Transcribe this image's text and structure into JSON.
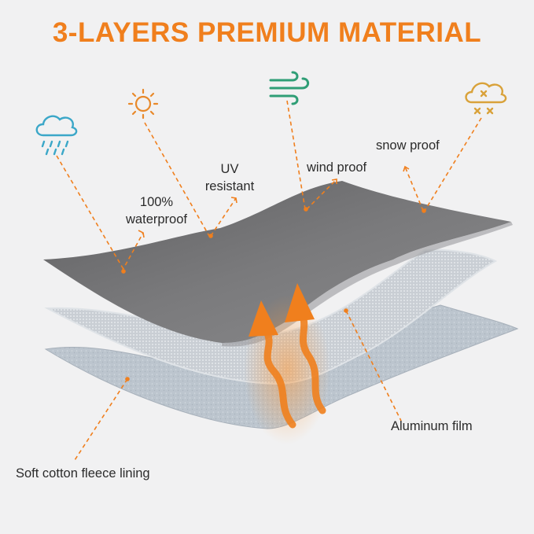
{
  "title": "3-LAYERS PREMIUM MATERIAL",
  "colors": {
    "accent": "#f07f1d",
    "water_icon": "#3ba7c8",
    "sun_icon": "#e8892a",
    "wind_icon": "#2f9e76",
    "snow_icon": "#d9a23a",
    "outer_layer": "#6f6f70",
    "middle_layer": "#c4c9cf",
    "inner_layer": "#b9c2cc"
  },
  "features": {
    "waterproof": {
      "line1": "100%",
      "line2": "waterproof",
      "icon": "rain-cloud-icon"
    },
    "uv": {
      "line1": "UV",
      "line2": "resistant",
      "icon": "sun-icon"
    },
    "wind": {
      "label": "wind proof",
      "icon": "wind-icon"
    },
    "snow": {
      "label": "snow proof",
      "icon": "snow-cloud-icon"
    }
  },
  "layers": {
    "middle": "Aluminum film",
    "inner": "Soft cotton fleece lining"
  }
}
